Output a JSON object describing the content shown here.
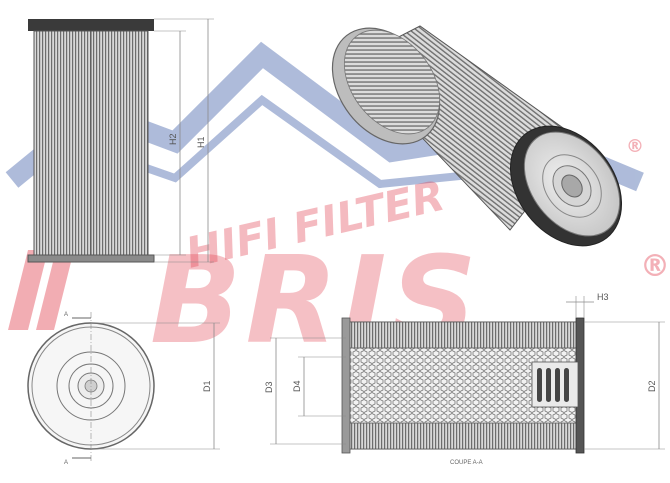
{
  "watermark": {
    "brand_top": "HIFI FILTER",
    "brand_main": "BRIS",
    "registered_symbol": "®",
    "color_red": "#e23d4d",
    "color_blue": "#3f5fa8"
  },
  "dimensions": {
    "h1": "H1",
    "h2": "H2",
    "h3": "H3",
    "d1": "D1",
    "d2": "D2",
    "d3": "D3",
    "d4": "D4",
    "section_a": "A",
    "section_caption": "COUPE A-A"
  },
  "colors": {
    "line": "#8a8a8a",
    "pleat_dark": "#6d6d6d",
    "pleat_light": "#c9c9c9",
    "cap_dark": "#3a3a3a",
    "mesh": "#7e7e7e"
  }
}
